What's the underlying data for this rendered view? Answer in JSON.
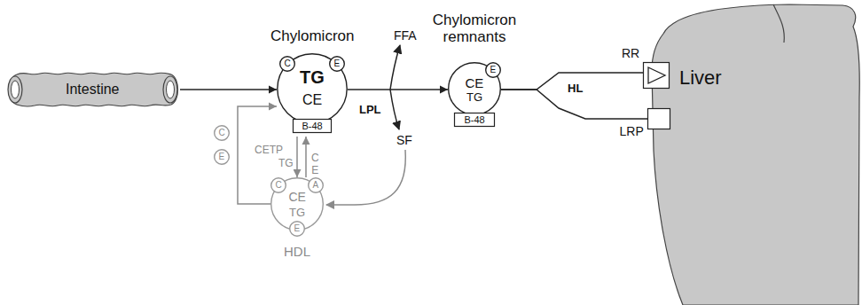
{
  "diagram": {
    "nodes": [
      {
        "text": [
          "Intestine"
        ]
      },
      {
        "text": [
          "Chylomicron",
          "TG",
          "CE"
        ]
      },
      {
        "text": [
          "C"
        ],
        "in": 1
      },
      {
        "text": [
          "E"
        ],
        "in": 1
      },
      {
        "text": [
          "B-48"
        ],
        "in": 1
      },
      {
        "text": [
          "C"
        ]
      },
      {
        "text": [
          "E"
        ]
      },
      {
        "text": [
          "HDL",
          "CE",
          "TG"
        ]
      },
      {
        "text": [
          "C"
        ],
        "in": 7
      },
      {
        "text": [
          "A"
        ],
        "in": 7
      },
      {
        "text": [
          "E"
        ],
        "in": 7
      },
      {
        "text": [
          "Chylomicron remnants",
          "CE",
          "TG"
        ]
      },
      {
        "text": [
          "E"
        ],
        "in": 11
      },
      {
        "text": [
          "B-48"
        ],
        "in": 11
      },
      {
        "text": [
          "Liver"
        ]
      },
      {
        "text": [
          "RR"
        ],
        "in": 14
      },
      {
        "text": [
          "LRP"
        ],
        "in": 14
      }
    ],
    "edges": [
      {
        "from": 0,
        "to": 1,
        "arrow": "to"
      },
      {
        "from": 1,
        "to": 7,
        "label": "TG",
        "arrow": "to"
      },
      {
        "from": 7,
        "to": 1,
        "label": "C E",
        "arrow": "to"
      },
      {
        "from": 7,
        "to": 1,
        "arrow": "to"
      },
      {
        "from": 1,
        "to": 11,
        "arrow": "to"
      },
      {
        "from": 11,
        "to": 15,
        "arrow": "none"
      },
      {
        "from": 11,
        "to": 16,
        "arrow": "none"
      }
    ],
    "labels": [
      "FFA",
      "SF",
      "LPL",
      "CETP",
      "HL"
    ]
  }
}
